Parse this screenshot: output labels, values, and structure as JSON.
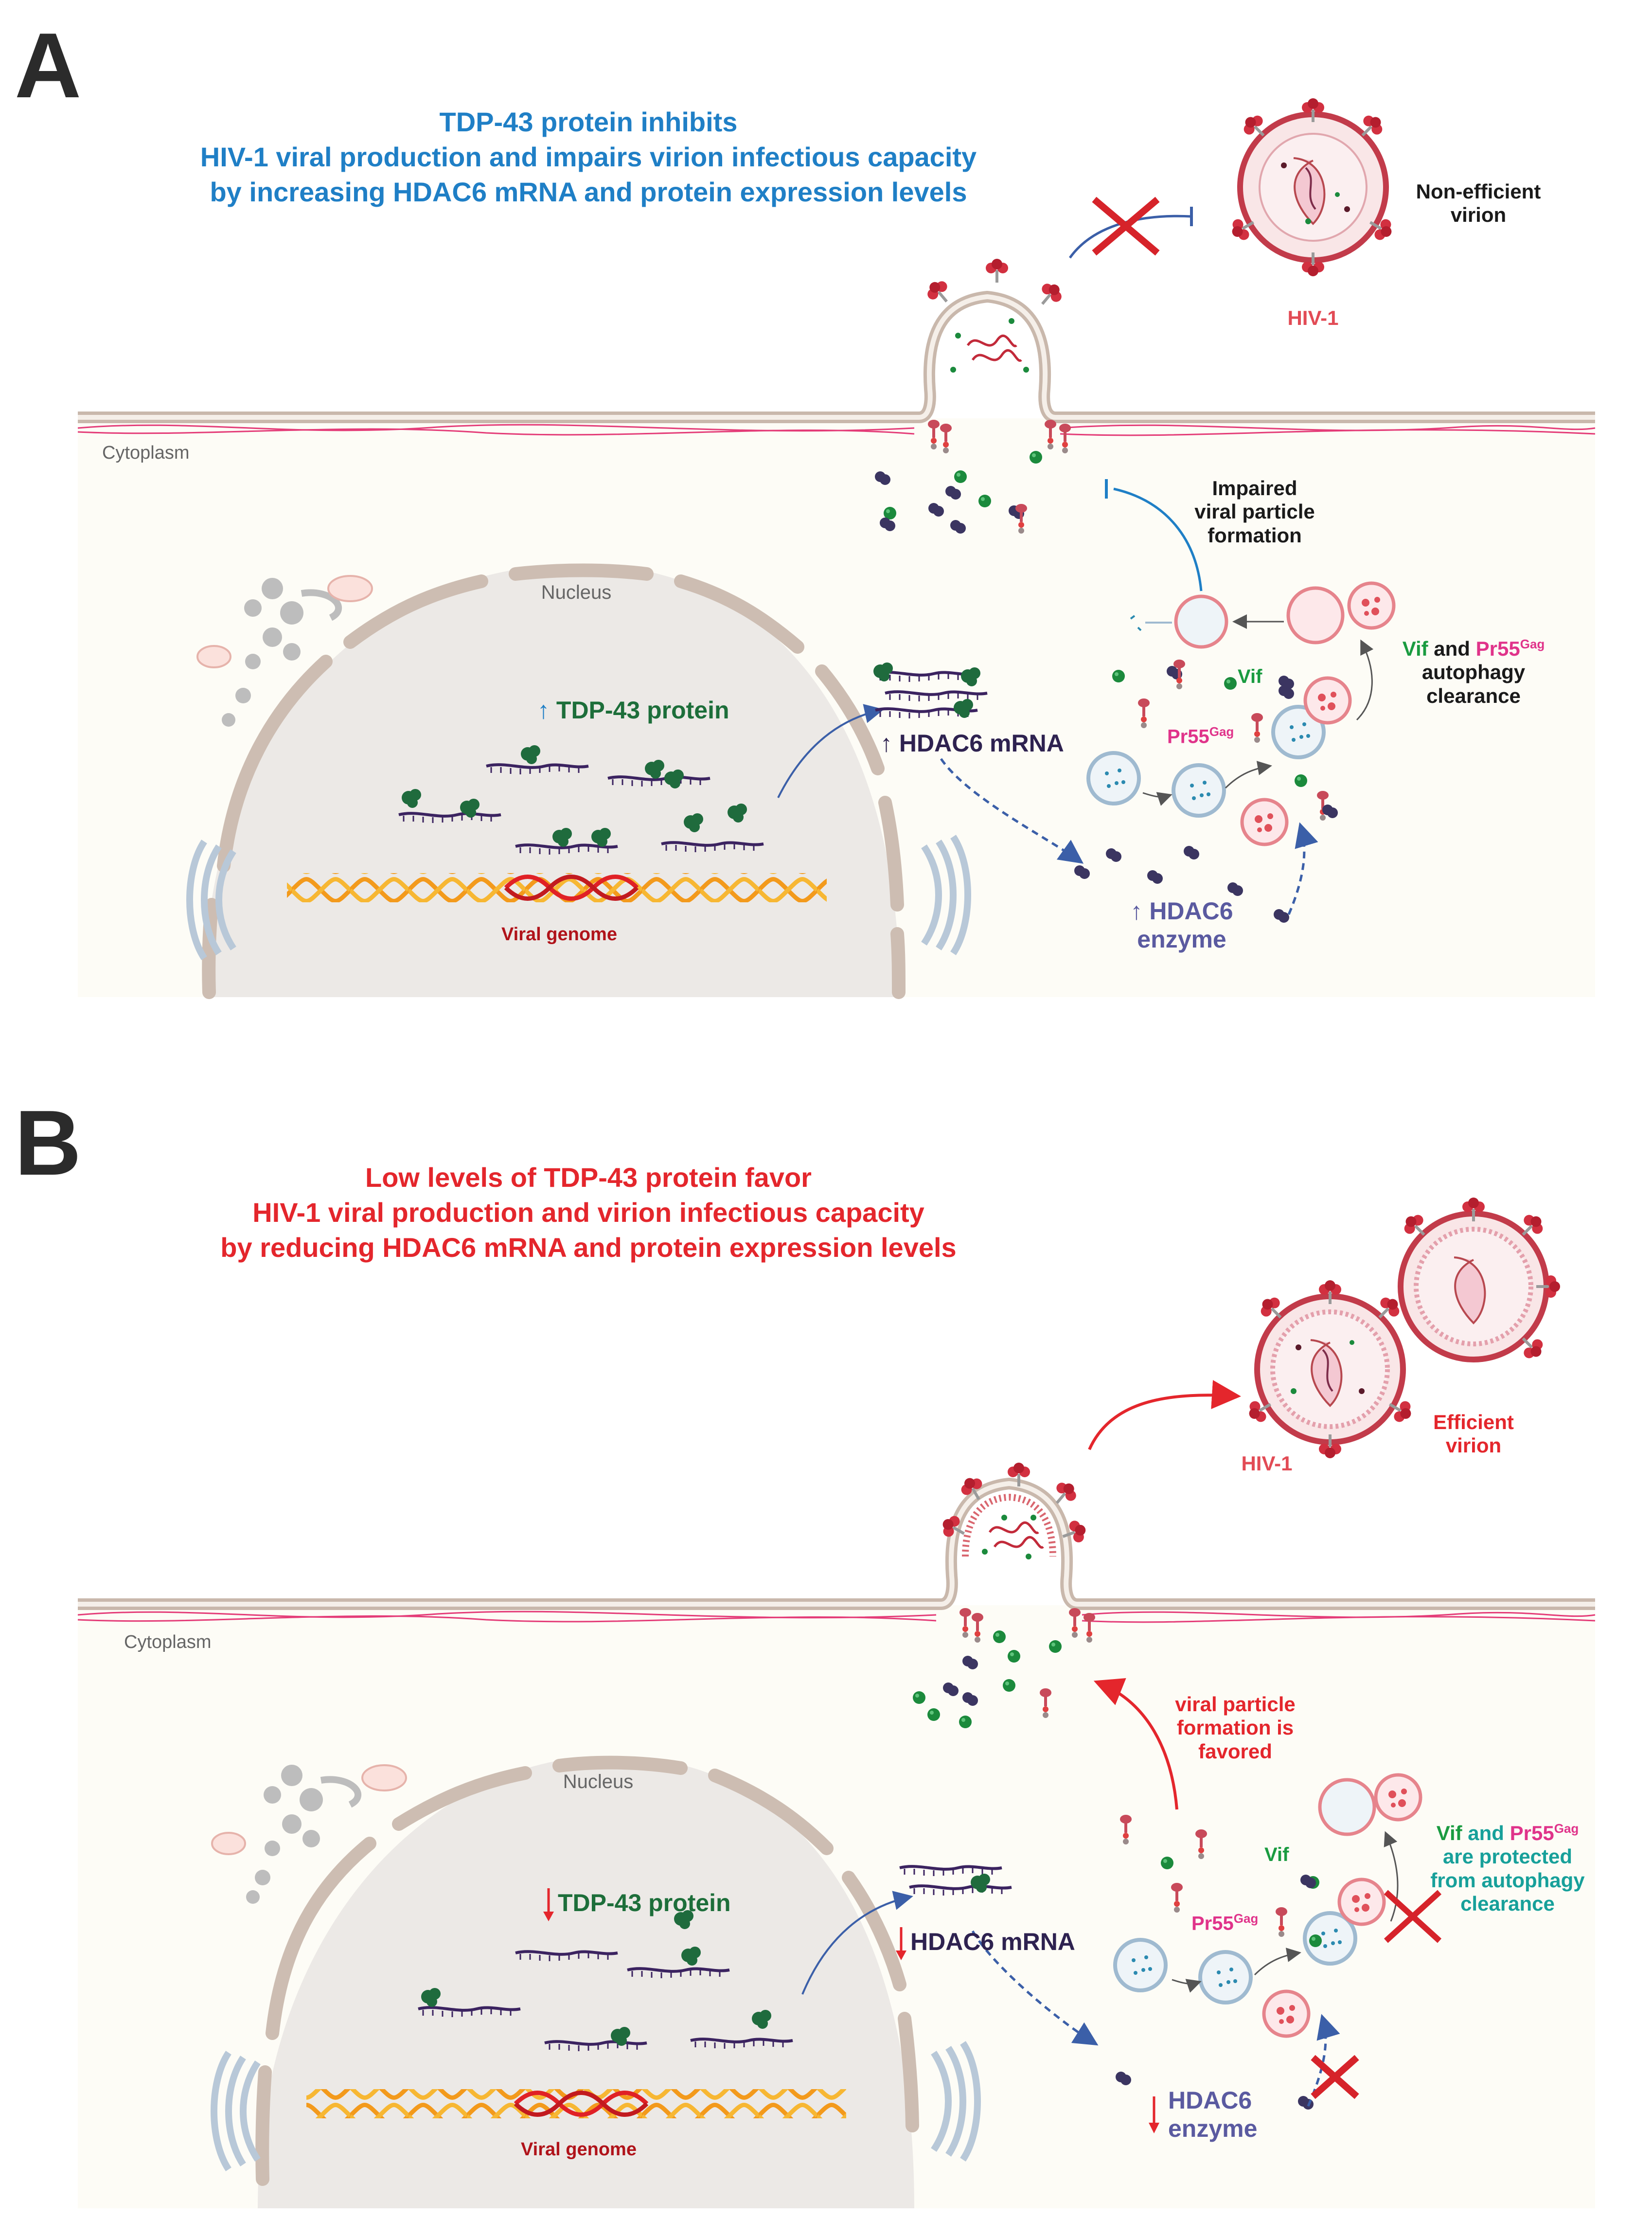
{
  "colors": {
    "blue": "#1f7fc6",
    "red": "#e4262c",
    "dark_green": "#1d6e3a",
    "green": "#1a9b40",
    "magenta": "#e0338a",
    "purple": "#4a3a7a",
    "enzyme": "#5a5aa0",
    "teal": "#17a09a",
    "dark_red": "#b0131a",
    "virion_label": "#e24b55"
  },
  "panelA": {
    "letter": "A",
    "title_lines": [
      "TDP-43 protein inhibits",
      "HIV-1 viral production and impairs virion infectious capacity",
      "by increasing HDAC6 mRNA and protein expression levels"
    ],
    "virion_status_lines": [
      "Non-efficient",
      "virion"
    ],
    "hiv_label": "HIV-1",
    "cytoplasm": "Cytoplasm",
    "nucleus": "Nucleus",
    "viral_genome": "Viral genome",
    "tdp_arrow": "↑",
    "tdp_label": "TDP-43 protein",
    "mrna_arrow": "↑",
    "mrna_label": "HDAC6 mRNA",
    "enzyme_arrow": "↑",
    "enzyme_line1": "HDAC6",
    "enzyme_line2": "enzyme",
    "particle_lines": [
      "Impaired",
      "viral particle",
      "formation"
    ],
    "vif": "Vif",
    "pr55": "Pr55",
    "gag": "Gag",
    "clear_vif": "Vif",
    "clear_and": " and ",
    "clear_pr55": "Pr55",
    "clear_gag": "Gag",
    "clear_line2": "autophagy",
    "clear_line3": "clearance"
  },
  "panelB": {
    "letter": "B",
    "title_lines": [
      "Low levels of TDP-43 protein favor",
      "HIV-1 viral production and virion infectious capacity",
      "by reducing HDAC6 mRNA and protein expression levels"
    ],
    "virion_status_lines": [
      "Efficient",
      "virion"
    ],
    "hiv_label": "HIV-1",
    "cytoplasm": "Cytoplasm",
    "nucleus": "Nucleus",
    "viral_genome": "Viral genome",
    "tdp_label": "TDP-43 protein",
    "mrna_label": "HDAC6 mRNA",
    "enzyme_line1": "HDAC6",
    "enzyme_line2": "enzyme",
    "particle_lines": [
      "viral particle",
      "formation is",
      "favored"
    ],
    "vif": "Vif",
    "pr55": "Pr55",
    "gag": "Gag",
    "prot_vif": "Vif",
    "prot_and": " and ",
    "prot_pr55": "Pr55",
    "prot_gag": "Gag",
    "prot_line2": "are protected",
    "prot_line3": "from autophagy",
    "prot_line4": "clearance"
  }
}
